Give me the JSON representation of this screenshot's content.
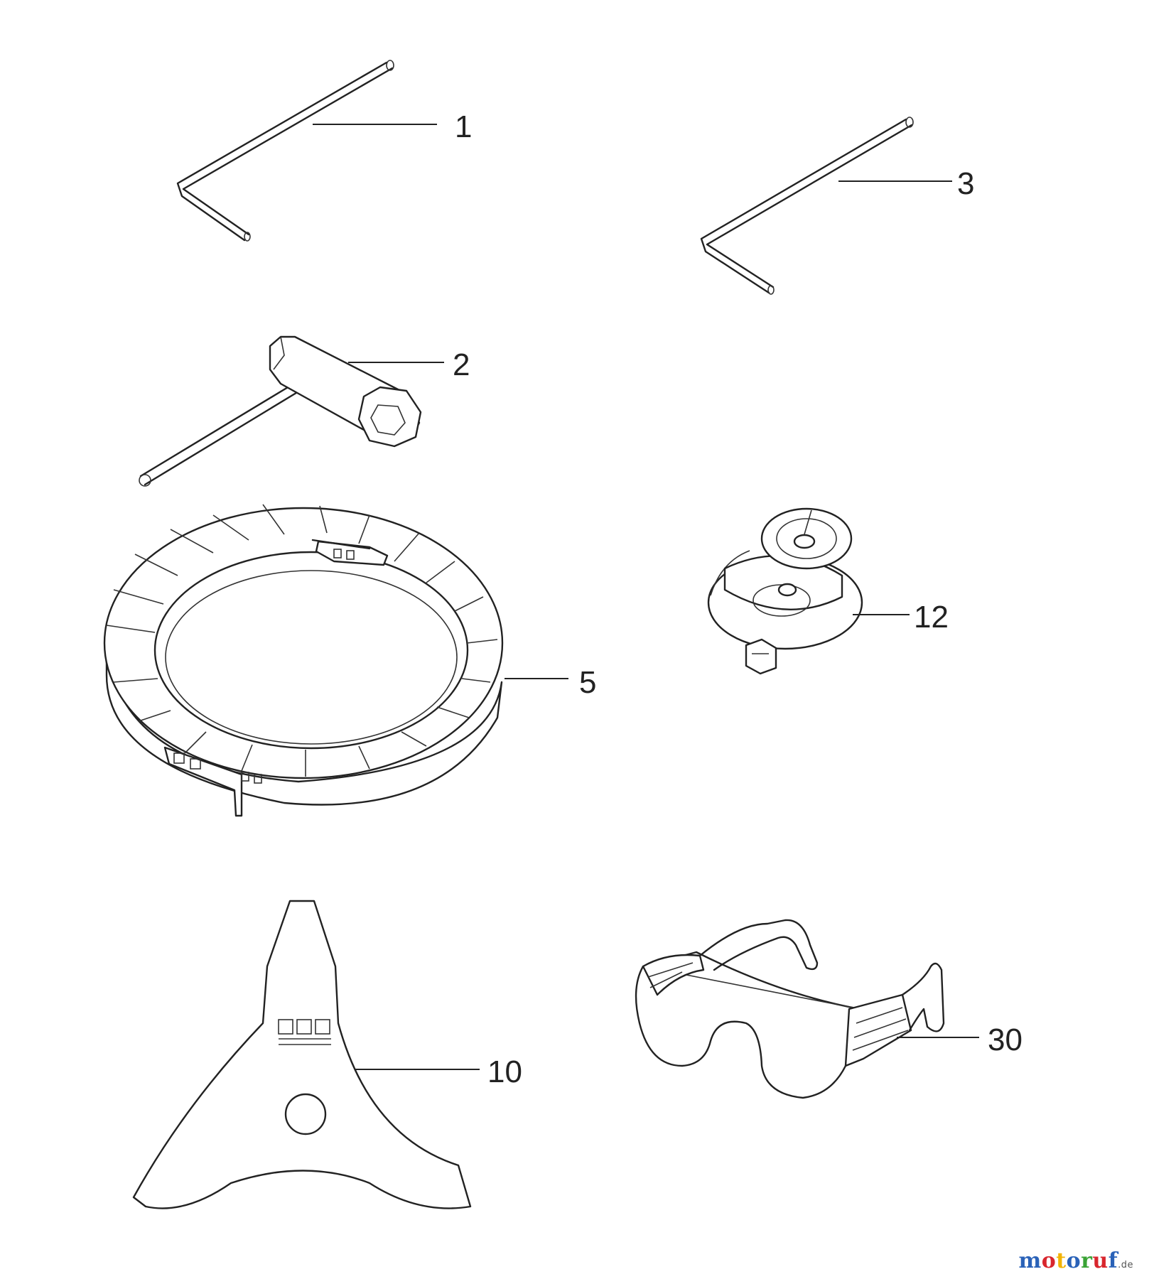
{
  "callouts": {
    "hex_key_1": "1",
    "socket_wrench": "2",
    "hex_key_3": "3",
    "blade_guard": "5",
    "brush_blade": "10",
    "blade_holder": "12",
    "safety_glasses": "30"
  },
  "watermark": {
    "letters": [
      "m",
      "o",
      "t",
      "o",
      "r",
      "u",
      "f"
    ],
    "colors": [
      "#2a62b8",
      "#d8262e",
      "#f2b300",
      "#2a62b8",
      "#3aa335",
      "#d8262e",
      "#2a62b8"
    ],
    "suffix": ".de"
  }
}
